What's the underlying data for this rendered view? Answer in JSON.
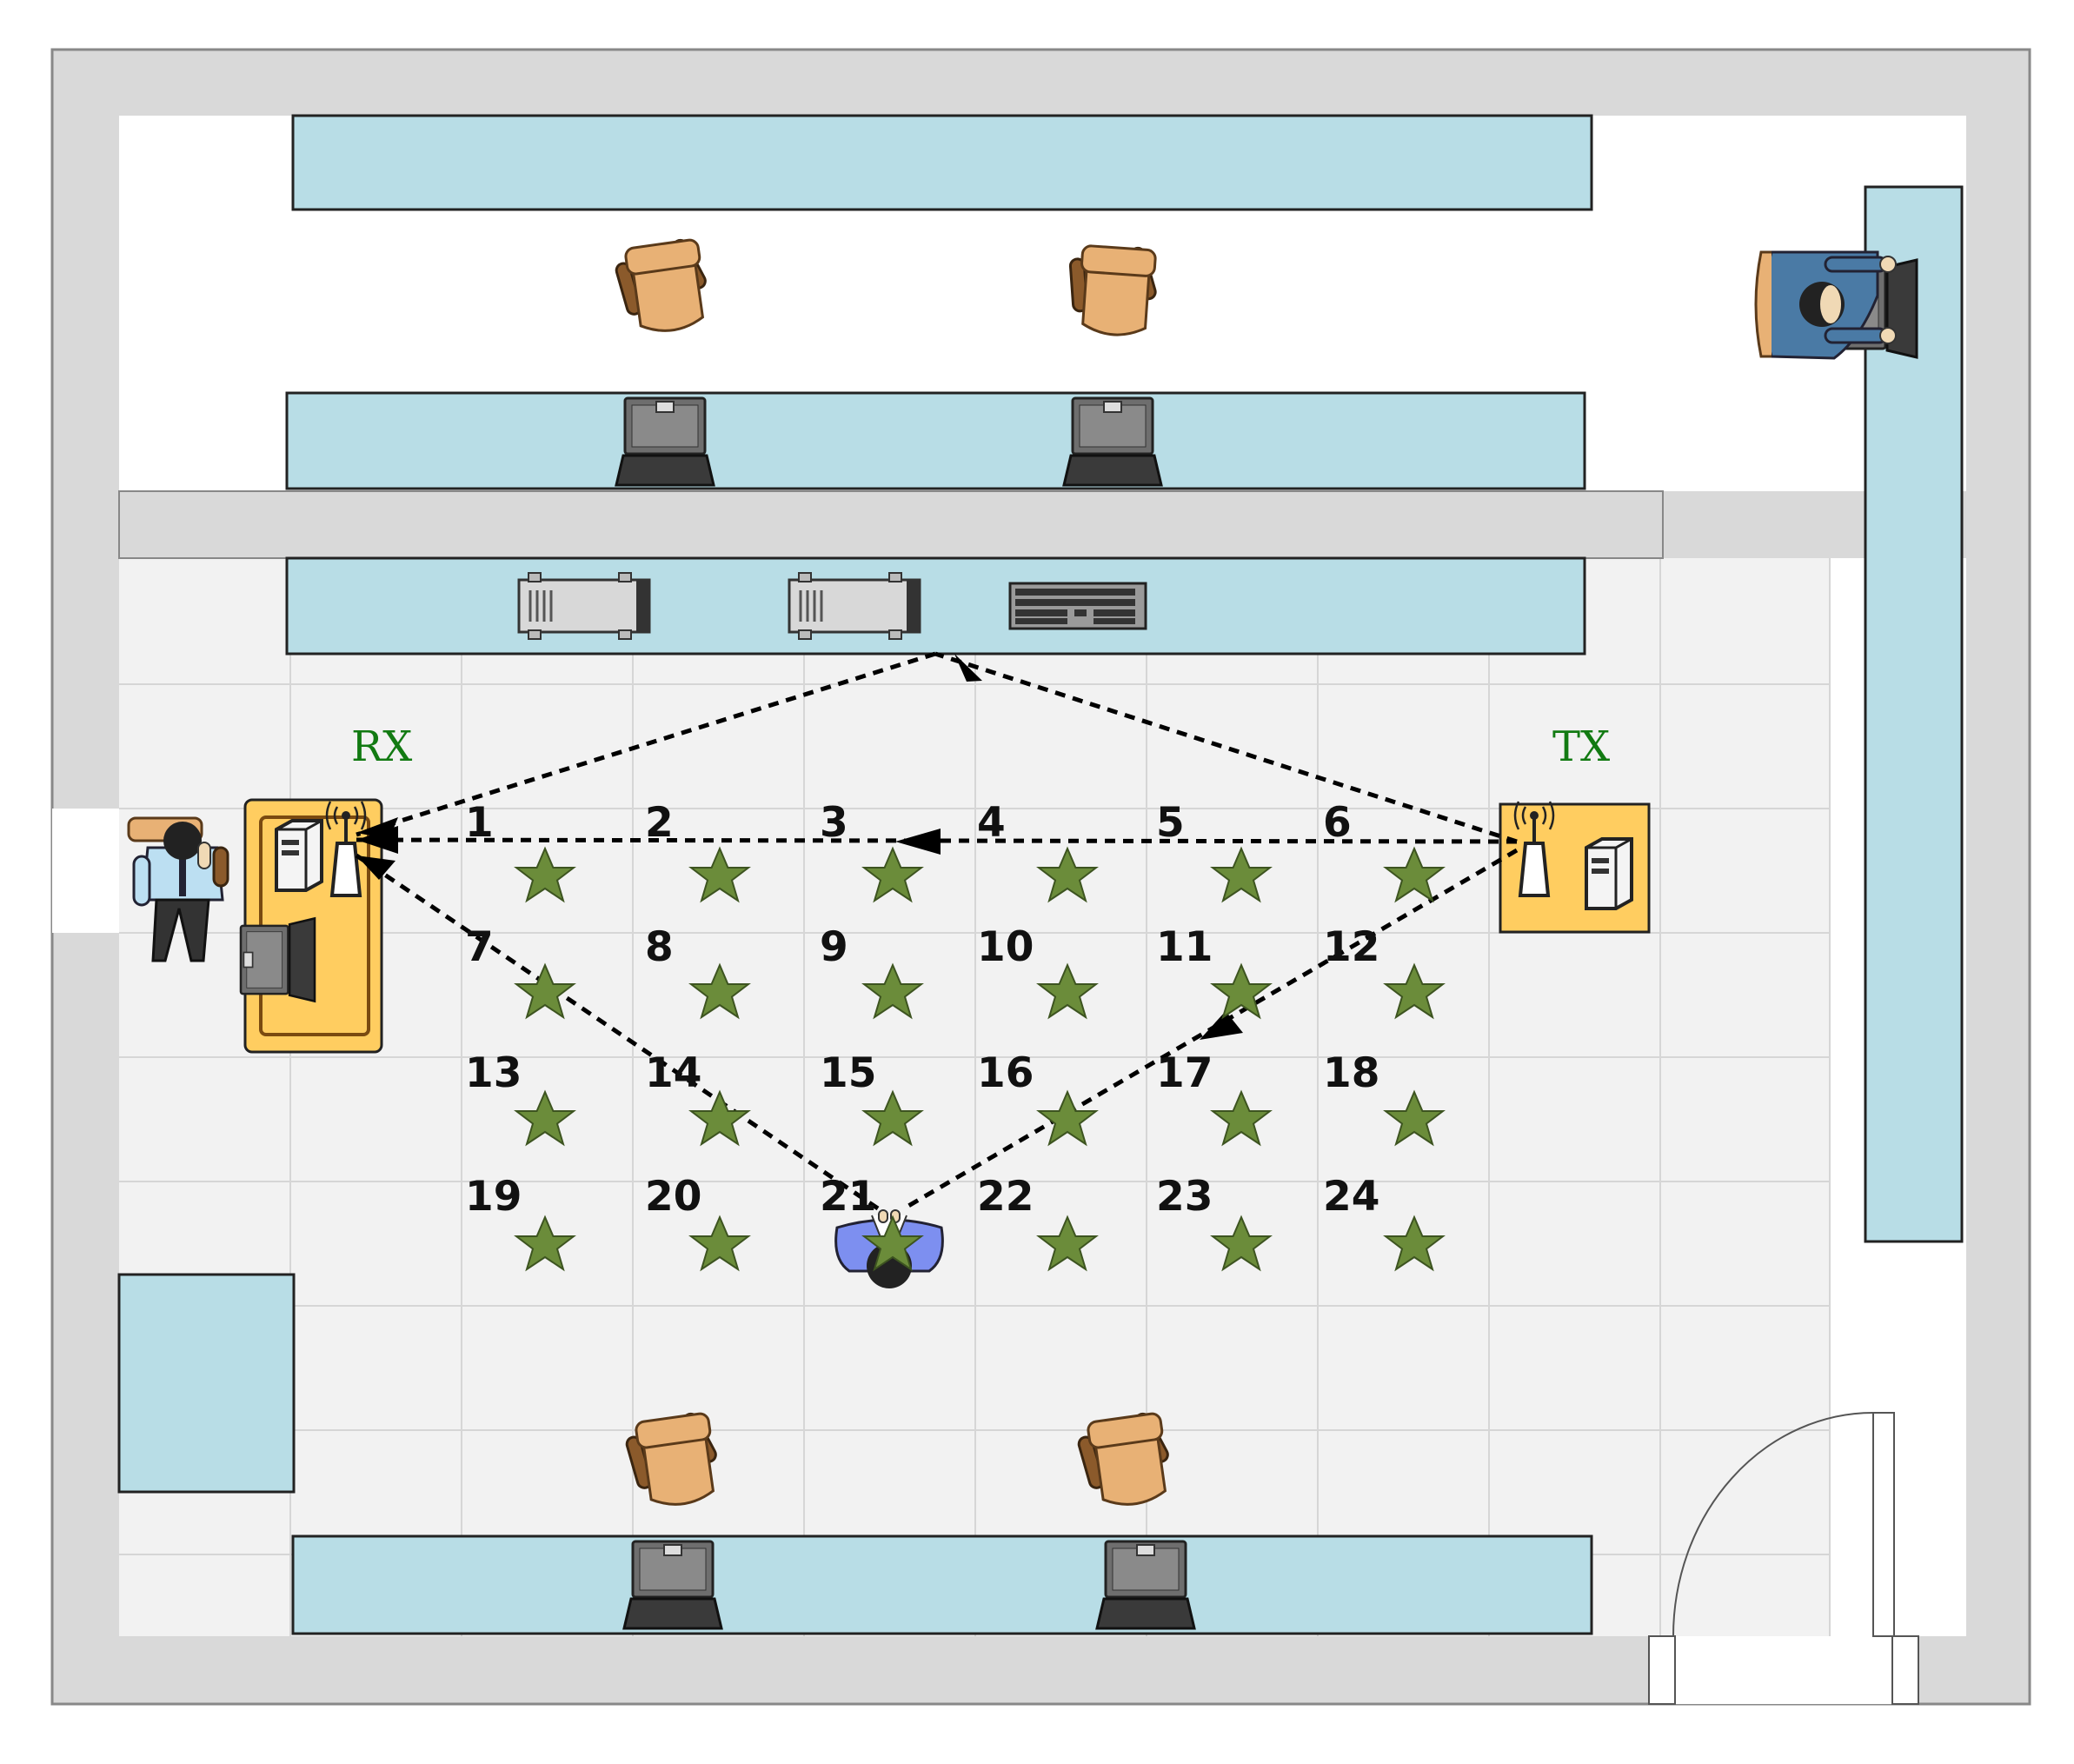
{
  "labels": {
    "rx": "RX",
    "tx": "TX"
  },
  "points": [
    "1",
    "2",
    "3",
    "4",
    "5",
    "6",
    "7",
    "8",
    "9",
    "10",
    "11",
    "12",
    "13",
    "14",
    "15",
    "16",
    "17",
    "18",
    "19",
    "20",
    "21",
    "22",
    "23",
    "24"
  ],
  "colors": {
    "wall": "#d9d9d9",
    "desk": "#b8dde6",
    "floor": "#f2f2f2",
    "station": "#ffcd60",
    "star": "#6b8c3a",
    "chair": "#e8b175",
    "label_green": "#127a12"
  },
  "icons": [
    "laptop-icon",
    "chair-icon",
    "server-icon",
    "keyboard-icon",
    "router-antenna-icon",
    "desktop-tower-icon",
    "person-icon",
    "door-icon",
    "star-marker-icon"
  ]
}
